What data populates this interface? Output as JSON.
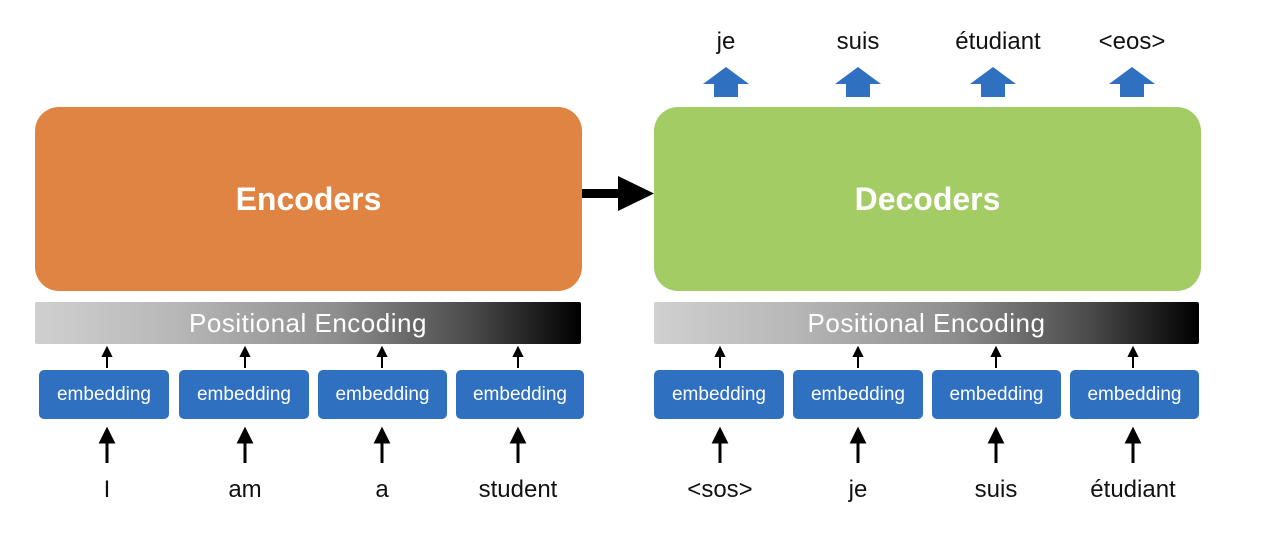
{
  "encoder": {
    "label": "Encoders",
    "color": "#e08443",
    "positional_encoding": "Positional Encoding",
    "embedding_label": "embedding",
    "inputs": [
      "I",
      "am",
      "a",
      "student"
    ]
  },
  "decoder": {
    "label": "Decoders",
    "color": "#a3cc64",
    "positional_encoding": "Positional Encoding",
    "embedding_label": "embedding",
    "inputs": [
      "<sos>",
      "je",
      "suis",
      "étudiant"
    ],
    "outputs": [
      "je",
      "suis",
      "étudiant",
      "<eos>"
    ]
  },
  "colors": {
    "embedding": "#2f70c0",
    "output_arrow": "#2f70c0",
    "arrow": "#000000"
  }
}
